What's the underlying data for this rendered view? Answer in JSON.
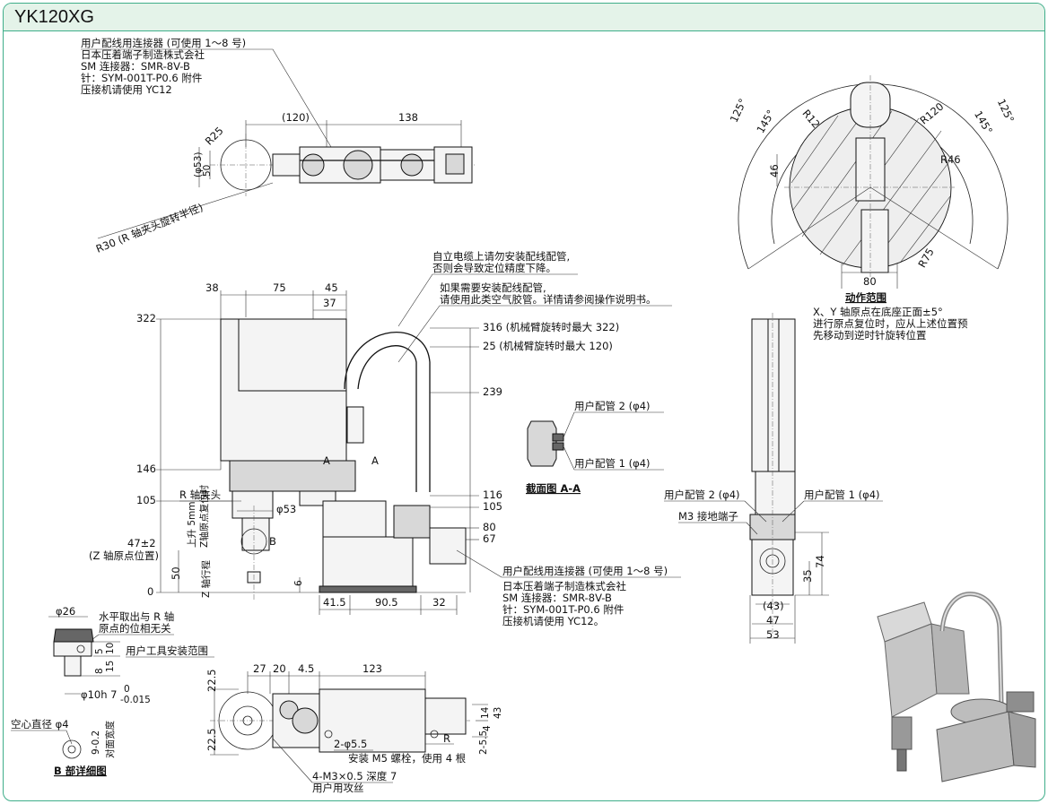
{
  "title": "YK120XG",
  "top_view": {
    "connector_lines": [
      "用户配线用连接器 (可使用 1～8 号)",
      "日本压着端子制造株式会社",
      "SM 连接器：SMR-8V-B",
      "针：SYM-001T-P0.6 附件",
      "压接机请使用 YC12"
    ],
    "dim_120": "(120)",
    "dim_138": "138",
    "dim_r25": "R25",
    "dim_53": "(φ53)",
    "dim_50": "50",
    "r30_label": "R30 (R 轴夹头旋转半径)"
  },
  "side_view": {
    "note1_lines": [
      "自立电缆上请勿安装配线配管,",
      "否则会导致定位精度下降。"
    ],
    "note2_lines": [
      "如果需要安装配线配管,",
      "请使用此类空气胶管。详情请参阅操作说明书。"
    ],
    "dim_38": "38",
    "dim_75": "75",
    "dim_45": "45",
    "dim_37": "37",
    "left_322": "322",
    "left_146": "146",
    "left_105": "105",
    "left_0": "0",
    "left_47": "47±2",
    "left_zorigin": "(Z 轴原点位置)",
    "left_50": "50",
    "r_chuck": "R 轴夹头",
    "phi53": "φ53",
    "lift": "上升 5mm",
    "lift2": "Z轴原点复位时",
    "zstroke": "Z 轴行程",
    "b_mark": "B",
    "a_mark": "A",
    "six": "6",
    "r316": "316 (机械臂旋转时最大 322)",
    "r25": "25 (机械臂旋转时最大 120)",
    "r239": "239",
    "r116": "116",
    "r105": "105",
    "r80": "80",
    "r67": "67",
    "b41": "41.5",
    "b90": "90.5",
    "b32": "32",
    "connector2_lines": [
      "用户配线用连接器 (可使用 1～8 号)",
      "日本压着端子制造株式会社",
      "SM 连接器：SMR-8V-B",
      "针：SYM-001T-P0.6 附件",
      "压接机请使用 YC12。"
    ]
  },
  "section": {
    "pipe2": "用户配管 2 (φ4)",
    "pipe1": "用户配管 1 (φ4)",
    "caption": "截面图 A-A"
  },
  "range_view": {
    "a125l": "125°",
    "a145l": "145°",
    "a145r": "145°",
    "a125r": "125°",
    "r12": "R12",
    "r120": "R120",
    "r46": "R46",
    "r75": "R75",
    "d46": "46",
    "d80": "80",
    "caption": "动作范围",
    "note_lines": [
      "X、Y 轴原点在底座正面±5°",
      "进行原点复位时，应从上述位置预",
      "先移动到逆时针旋转位置"
    ]
  },
  "front_view": {
    "pipe2": "用户配管 2 (φ4)",
    "pipe1": "用户配管 1 (φ4)",
    "m3": "M3 接地端子",
    "d35": "35",
    "d74": "74",
    "d43": "(43)",
    "d47": "47",
    "d53": "53"
  },
  "detail_b": {
    "phi26": "φ26",
    "note_lines": [
      "水平取出与 R 轴",
      "原点的位相无关"
    ],
    "d5": "5",
    "d10": "10",
    "d15": "15",
    "d8": "8",
    "tool": "用户工具安装范围",
    "phi10": "φ10h 7",
    "tol_up": "0",
    "tol_dn": "-0.015",
    "hollow": "空心直径 φ4",
    "d9": "9-0.2",
    "flat": "对面宽度",
    "caption": "B 部详细图"
  },
  "bottom_view": {
    "d27": "27",
    "d20": "20",
    "d45": "4.5",
    "d123": "123",
    "d225a": "22.5",
    "d225b": "22.5",
    "d14": "14",
    "d4": "4",
    "d43": "43",
    "d255": "2-5.5",
    "r": "R",
    "holes": "2-φ5.5",
    "bolts": "安装 M5 螺栓，使用 4 根",
    "m3": "4-M3×0.5 深度 7",
    "m3b": "用户用攻丝"
  }
}
